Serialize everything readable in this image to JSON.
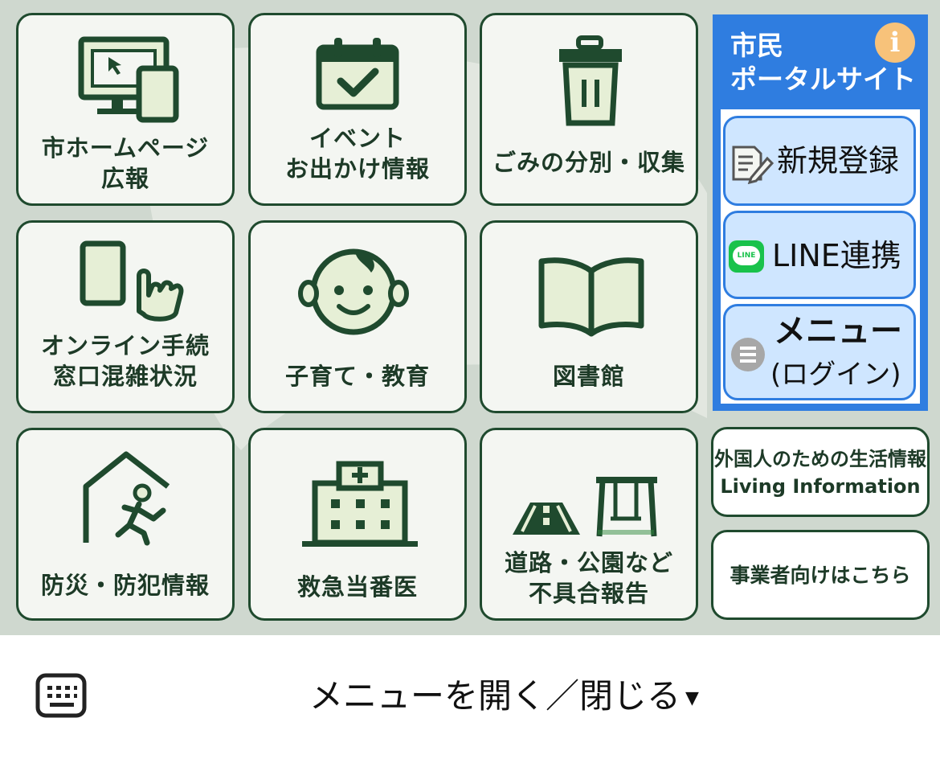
{
  "tiles": [
    {
      "label": "市ホームページ\n広報",
      "icon": "computer-tablet-icon"
    },
    {
      "label": "イベント\nお出かけ情報",
      "icon": "calendar-check-icon"
    },
    {
      "label": "ごみの分別・収集",
      "icon": "trash-can-icon"
    },
    {
      "label": "オンライン手続\n窓口混雑状況",
      "icon": "smartphone-touch-icon"
    },
    {
      "label": "子育て・教育",
      "icon": "baby-face-icon"
    },
    {
      "label": "図書館",
      "icon": "open-book-icon"
    },
    {
      "label": "防災・防犯情報",
      "icon": "house-running-person-icon"
    },
    {
      "label": "救急当番医",
      "icon": "hospital-icon"
    },
    {
      "label": "道路・公園など\n不具合報告",
      "icon": "road-swing-icon"
    }
  ],
  "portal": {
    "title": "市民\nポータルサイト",
    "info_icon": "i",
    "buttons": [
      {
        "label": "新規登録",
        "icon": "form-edit-icon"
      },
      {
        "label": "LINE連携",
        "icon": "line-logo-icon",
        "icon_text": "LINE"
      },
      {
        "label": "メニュー",
        "sublabel": "(ログイン)",
        "icon": "menu-list-icon"
      }
    ]
  },
  "side": {
    "foreign": "外国人のための生活情報\nLiving Information",
    "business": "事業者向けはこちら"
  },
  "bottom": {
    "toggle_label": "メニューを開く／閉じる",
    "toggle_arrow": "▼"
  },
  "colors": {
    "dark_green": "#1f4a2e",
    "icon_fill": "#e6efd6",
    "portal_blue": "#2f7de0",
    "portal_button": "#cfe6ff",
    "info_orange": "#f7c27a"
  }
}
